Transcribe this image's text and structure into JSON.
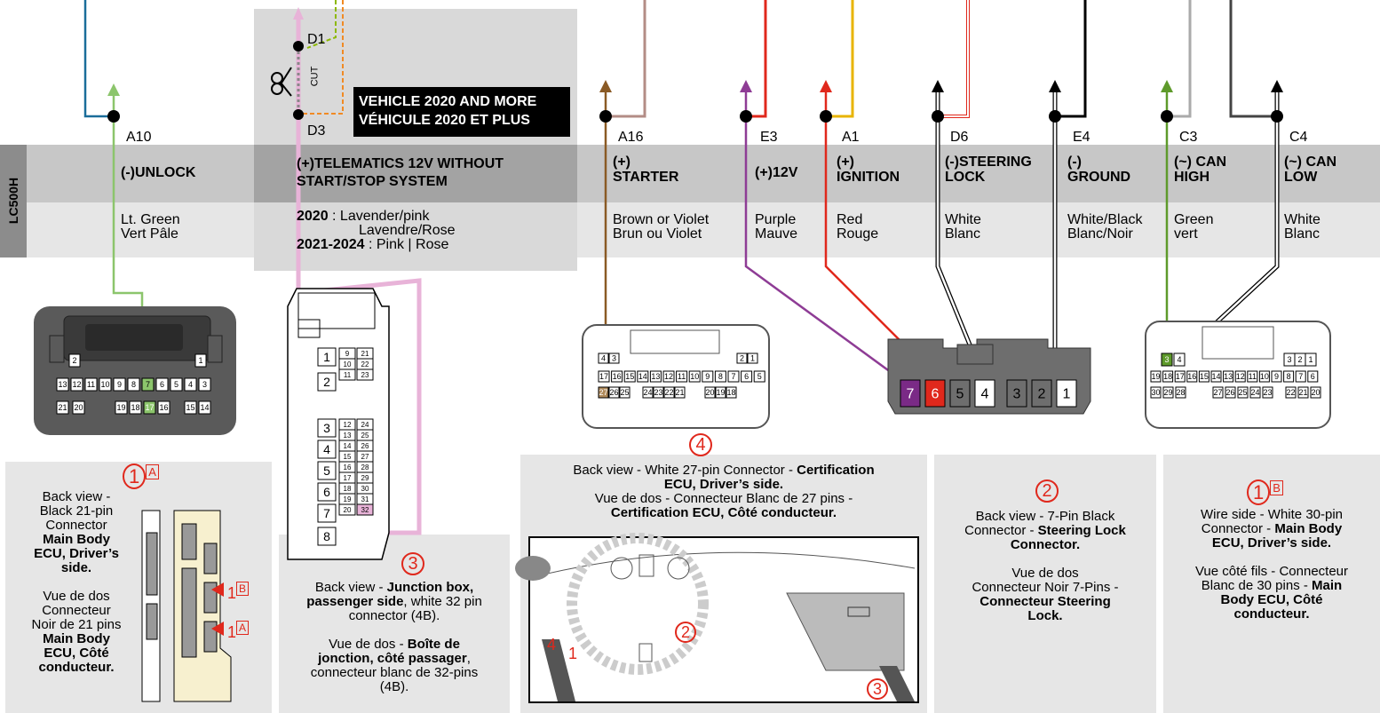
{
  "vehicle": "LC500H",
  "banner": {
    "line1": "VEHICLE 2020 AND MORE",
    "line2": "VÉHICULE 2020 ET PLUS"
  },
  "telematics": {
    "d1": "D1",
    "d3": "D3",
    "cut": "CUT",
    "func_line1": "(+)TELEMATICS 12V WITHOUT",
    "func_line2": "START/STOP SYSTEM",
    "y1": "2020",
    "c1": " : Lavender/pink",
    "c2": "Lavendre/Rose",
    "y2": "2021-2024",
    "c3": " : Pink | Rose"
  },
  "wires": [
    {
      "pin": "A10",
      "f1": "(-)UNLOCK",
      "f2": "",
      "c1": "Lt. Green",
      "c2": "Vert Pâle",
      "color": "#8cc56c"
    },
    {
      "pin": "A16",
      "f1": "(+)",
      "f2": "STARTER",
      "c1": "Brown or Violet",
      "c2": "Brun ou Violet",
      "color": "#8a5a25"
    },
    {
      "pin": "E3",
      "f1": "(+)12V",
      "f2": "",
      "c1": "Purple",
      "c2": "Mauve",
      "color": "#8e3c95"
    },
    {
      "pin": "A1",
      "f1": "(+)",
      "f2": "IGNITION",
      "c1": "Red",
      "c2": "Rouge",
      "color": "#e0281c"
    },
    {
      "pin": "D6",
      "f1": "(-)STEERING",
      "f2": "LOCK",
      "c1": "White",
      "c2": "Blanc",
      "color": "#ffffff"
    },
    {
      "pin": "E4",
      "f1": "(-)",
      "f2": "GROUND",
      "c1": "White/Black",
      "c2": "Blanc/Noir",
      "color": "#ffffff"
    },
    {
      "pin": "C3",
      "f1": "(~) CAN",
      "f2": "HIGH",
      "c1": "Green",
      "c2": "vert",
      "color": "#5e9a2b"
    },
    {
      "pin": "C4",
      "f1": "(~) CAN",
      "f2": "LOW",
      "c1": "White",
      "c2": "Blanc",
      "color": "#ffffff"
    }
  ],
  "panels": {
    "p1": {
      "num": "1",
      "sub": "A",
      "t1": "Back view -",
      "t2": "Black 21-pin",
      "t3": "Connector",
      "b1": "Main Body",
      "b2": "ECU, Driver’s",
      "b3": "side.",
      "t4": "Vue de dos",
      "t5": "Connecteur",
      "t6": "Noir de 21 pins",
      "b4": "Main Body",
      "b5": "ECU, Côté",
      "b6": "conducteur.",
      "m1": "1",
      "m1s": "B",
      "m2": "1",
      "m2s": "A"
    },
    "p3": {
      "num": "3",
      "t1": "Back view - ",
      "b1": "Junction box,",
      "b2": "passenger side",
      "t2": ", white 32 pin",
      "t3": "connector (4B).",
      "t4": "Vue de dos - ",
      "b3": "Boîte de",
      "b4": "jonction, côté passager",
      "t5": ",",
      "t6": "connecteur blanc de 32-pins",
      "t7": "(4B)."
    },
    "p4": {
      "num": "4",
      "t1": "Back view - White 27-pin Connector - ",
      "b1": "Certification",
      "b2": "ECU, Driver’s side.",
      "t2": "Vue de dos - Connecteur Blanc de 27 pins -",
      "b3": "Certification ECU, Côté conducteur.",
      "d4": "4",
      "d1": "1",
      "d2": "2",
      "d3": "3"
    },
    "p2": {
      "num": "2",
      "t1": "Back view - 7-Pin Black",
      "t2": "Connector - ",
      "b1": "Steering Lock",
      "b2": "Connector.",
      "t3": "Vue de dos",
      "t4": "Connecteur Noir 7-Pins -",
      "b3": "Connecteur Steering",
      "b4": "Lock."
    },
    "p1b": {
      "num": "1",
      "sub": "B",
      "t1": "Wire side - White 30-pin",
      "t2": "Connector - ",
      "b1": "Main Body",
      "b2": "ECU, Driver’s side.",
      "t3": "Vue côté fils - Connecteur",
      "t4": "Blanc de 30 pins - ",
      "b3": "Main",
      "b4": "Body ECU, Côté",
      "b5": "conducteur."
    }
  },
  "connectors": {
    "c21": {
      "r1": [
        "2",
        "1"
      ],
      "r2": [
        "13",
        "12",
        "11",
        "10",
        "9",
        "8",
        "7",
        "6",
        "5",
        "4",
        "3"
      ],
      "r3": [
        "21",
        "20",
        "19",
        "18",
        "17",
        "16",
        "15",
        "14"
      ]
    },
    "c32": {
      "big": [
        "1",
        "2",
        "3",
        "4",
        "5",
        "6",
        "7",
        "8"
      ],
      "small": [
        "9",
        "21",
        "10",
        "22",
        "11",
        "23",
        "12",
        "24",
        "13",
        "25",
        "14",
        "26",
        "15",
        "27",
        "16",
        "28",
        "17",
        "29",
        "18",
        "30",
        "19",
        "31",
        "20",
        "32"
      ]
    },
    "c27": {
      "r1": [
        "4",
        "3",
        "2",
        "1"
      ],
      "r2": [
        "17",
        "16",
        "15",
        "14",
        "13",
        "12",
        "11",
        "10",
        "9",
        "8",
        "7",
        "6",
        "5"
      ],
      "r3": [
        "27",
        "26",
        "25",
        "24",
        "23",
        "22",
        "21",
        "20",
        "19",
        "18"
      ]
    },
    "c7": [
      "7",
      "6",
      "5",
      "4",
      "3",
      "2",
      "1"
    ],
    "c30": {
      "r1": [
        "3",
        "4",
        "3",
        "2",
        "1"
      ],
      "r2": [
        "19",
        "18",
        "17",
        "16",
        "15",
        "14",
        "13",
        "12",
        "11",
        "10",
        "9",
        "8",
        "7",
        "6"
      ],
      "r3": [
        "30",
        "29",
        "28",
        "27",
        "26",
        "25",
        "24",
        "23",
        "22",
        "21",
        "20"
      ]
    }
  }
}
